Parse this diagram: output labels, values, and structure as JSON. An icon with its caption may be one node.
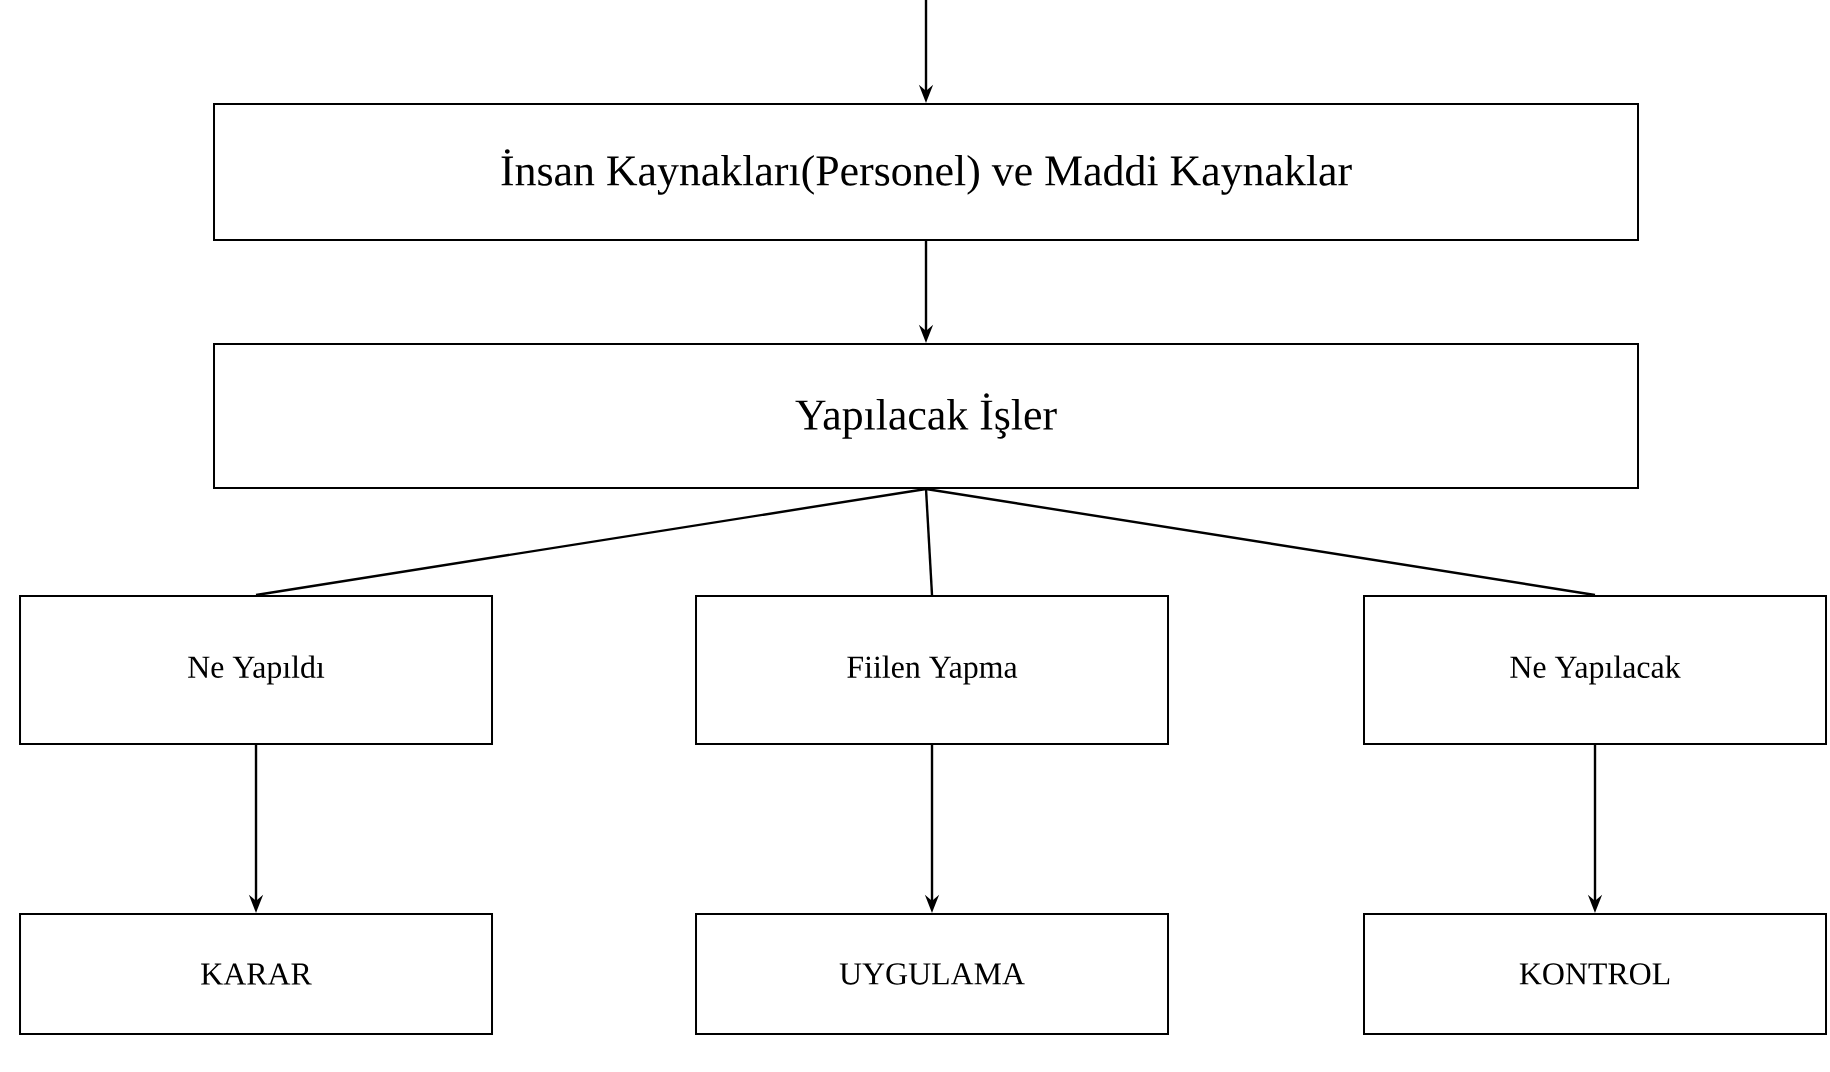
{
  "diagram": {
    "nodes": [
      {
        "text": [
          "İnsan Kaynakları(Personel) ve Maddi Kaynaklar"
        ]
      },
      {
        "text": [
          "Yapılacak İşler"
        ]
      },
      {
        "text": [
          "Ne Yapıldı"
        ]
      },
      {
        "text": [
          "Fiilen Yapma"
        ]
      },
      {
        "text": [
          "Ne Yapılacak"
        ]
      },
      {
        "text": [
          "KARAR"
        ]
      },
      {
        "text": [
          "UYGULAMA"
        ]
      },
      {
        "text": [
          "KONTROL"
        ]
      }
    ],
    "edges": [
      {
        "from": null,
        "to": 0,
        "arrow": "to"
      },
      {
        "from": 0,
        "to": 1,
        "arrow": "to"
      },
      {
        "from": 1,
        "to": 2,
        "arrow": "none"
      },
      {
        "from": 1,
        "to": 3,
        "arrow": "none"
      },
      {
        "from": 1,
        "to": 4,
        "arrow": "none"
      },
      {
        "from": 2,
        "to": 5,
        "arrow": "to"
      },
      {
        "from": 3,
        "to": 6,
        "arrow": "to"
      },
      {
        "from": 4,
        "to": 7,
        "arrow": "to"
      }
    ]
  }
}
